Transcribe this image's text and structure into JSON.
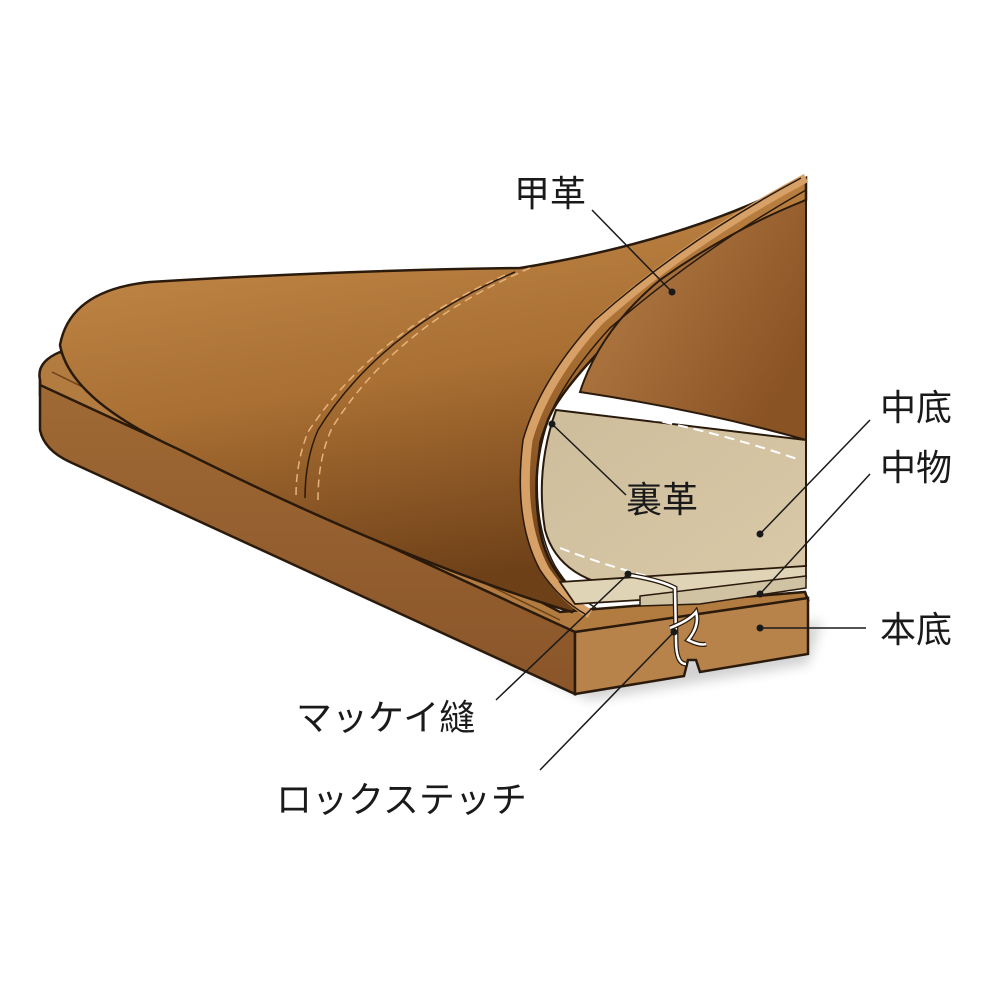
{
  "labels": {
    "upper_leather": "甲革",
    "insole": "中底",
    "lining_leather": "裏革",
    "filler": "中物",
    "outsole": "本底",
    "mckay_stitch": "マッケイ縫",
    "lock_stitch": "ロックステッチ"
  },
  "colors": {
    "outline": "#2a1a0c",
    "sole_top": "#b07a3f",
    "sole_side": "#8e5a2e",
    "upper_light": "#c38c4d",
    "upper_dark": "#7a4a1f",
    "insole": "#d8c7a5",
    "filler": "#e2d7bc"
  }
}
